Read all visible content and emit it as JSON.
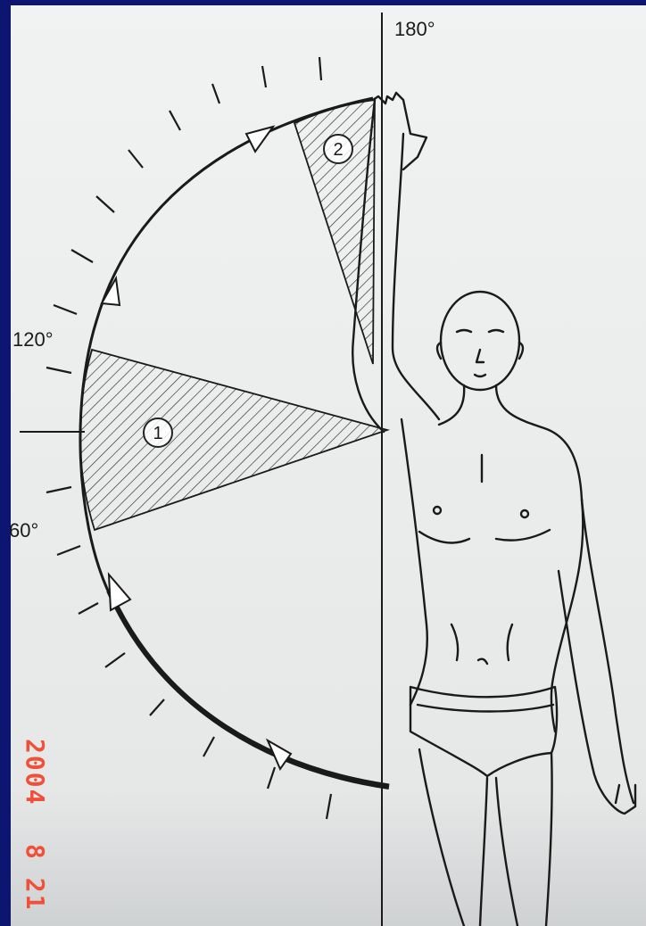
{
  "figure": {
    "degree_labels": {
      "top": "180°",
      "upper_left": "120°",
      "lower_left": "60°"
    },
    "zones": {
      "one": "1",
      "two": "2"
    },
    "date_stamp": {
      "year": "2004",
      "month_day": "8 21"
    }
  },
  "colors": {
    "background_border": "#0c1670",
    "paper": "#eceeee",
    "ink": "#1a1a1a",
    "hatch": "#2a2a2a",
    "date_stamp": "#f0503a"
  }
}
